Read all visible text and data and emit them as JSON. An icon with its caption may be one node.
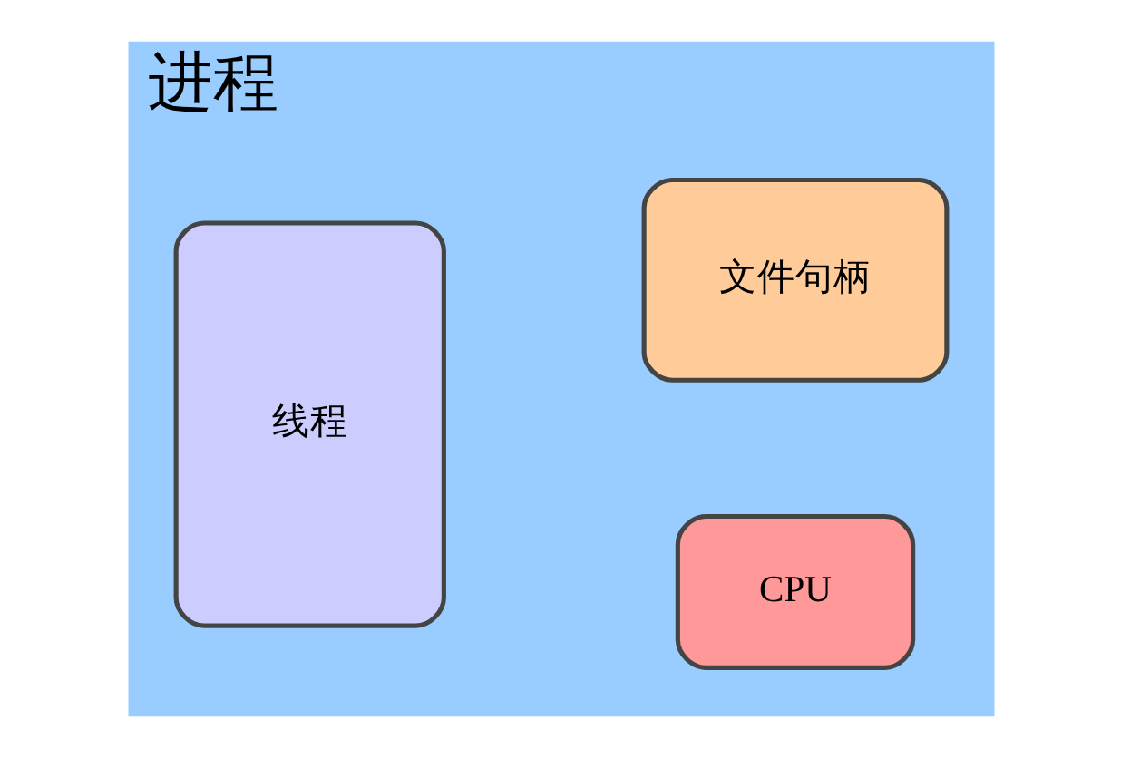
{
  "diagram": {
    "nodes": [
      {
        "text": [
          "进程"
        ]
      },
      {
        "text": [
          "CPU"
        ],
        "in": 0
      },
      {
        "text": [
          "线程"
        ],
        "in": 0
      },
      {
        "text": [
          "文件句柄"
        ],
        "in": 0
      }
    ],
    "edges": []
  }
}
